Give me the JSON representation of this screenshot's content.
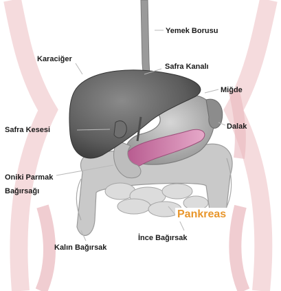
{
  "labels": {
    "esophagus": "Yemek Borusu",
    "liver": "Karaciğer",
    "bile_duct": "Safra Kanalı",
    "stomach": "Miğde",
    "gallbladder": "Safra Kesesi",
    "spleen": "Dalak",
    "duodenum_line1": "Oniki Parmak",
    "duodenum_line2": "Bağırsağı",
    "pancreas": "Pankreas",
    "small_intestine": "İnce Bağırsak",
    "large_intestine": "Kalın Bağırsak"
  },
  "colors": {
    "label_text": "#1a1a1a",
    "highlight": "#e8962c",
    "pancreas_fill": "#d98fb5",
    "organ_gray": "#6e6e6e",
    "body_outline": "#f0c8cc"
  }
}
